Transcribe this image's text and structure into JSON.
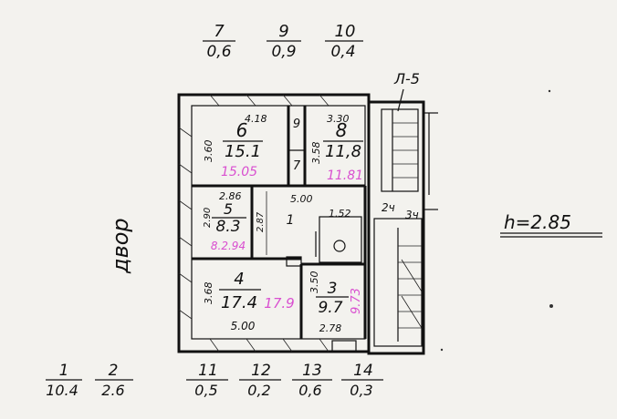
{
  "colors": {
    "ink": "#111111",
    "pink": "#d94fd0",
    "paper": "#f3f2ee"
  },
  "top_fractions": [
    {
      "num": "7",
      "den": "0,6"
    },
    {
      "num": "9",
      "den": "0,9"
    },
    {
      "num": "10",
      "den": "0,4"
    }
  ],
  "bottom_fractions": [
    {
      "num": "1",
      "den": "10.4"
    },
    {
      "num": "2",
      "den": "2.6"
    },
    {
      "num": "11",
      "den": "0,5"
    },
    {
      "num": "12",
      "den": "0,2"
    },
    {
      "num": "13",
      "den": "0,6"
    },
    {
      "num": "14",
      "den": "0,3"
    }
  ],
  "stair_label": "Л-5",
  "height_label": "h=2.85",
  "yard_label": "двор",
  "rooms": {
    "r6": {
      "num": "6",
      "area": "15.1",
      "pink_area": "15.05",
      "dim_top": "4.18",
      "dim_side": "3.60"
    },
    "r8": {
      "num": "8",
      "area": "11,8",
      "pink_area": "11.81",
      "dim_top": "3.30",
      "dim_side": "3.58"
    },
    "r9": {
      "num": "9"
    },
    "r7": {
      "num": "7"
    },
    "r5": {
      "num": "5",
      "area": "8.3",
      "pink_area": "8.2.94",
      "dim_top": "2.86",
      "dim_side": "2.90",
      "dim_inner": "2.87"
    },
    "r1": {
      "num": "1",
      "dim_top": "5.00"
    },
    "r2": {
      "num": "2",
      "label": "2ч"
    },
    "r3s": {
      "num": "3",
      "label": "3ч"
    },
    "r10": {
      "dim_top": "1.52"
    },
    "r4": {
      "num": "4",
      "area": "17.4",
      "pink_area": "17.9",
      "dim_bottom": "5.00",
      "dim_side": "3.68"
    },
    "r3": {
      "num": "3",
      "area": "9.7",
      "pink_area": "9.73",
      "dim_bottom": "2.78",
      "dim_side": "3.50"
    }
  }
}
